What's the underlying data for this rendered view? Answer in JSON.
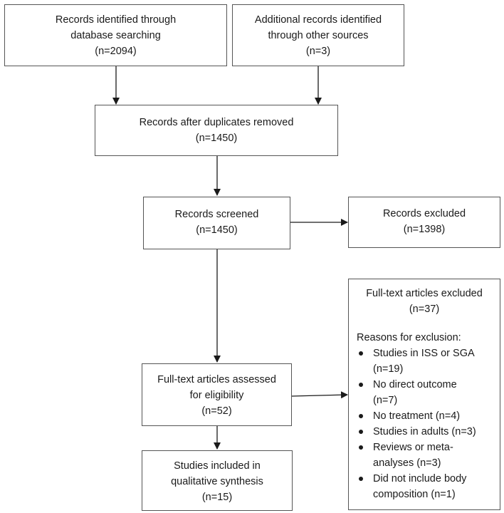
{
  "boxes": {
    "db_search": {
      "lines": [
        "Records identified through",
        "database searching",
        "(n=2094)"
      ]
    },
    "other_sources": {
      "lines": [
        "Additional records identified",
        "through other sources",
        "(n=3)"
      ]
    },
    "dedup": {
      "lines": [
        "Records after duplicates removed",
        "(n=1450)"
      ]
    },
    "screened": {
      "lines": [
        "Records screened",
        "(n=1450)"
      ]
    },
    "excluded": {
      "lines": [
        "Records excluded",
        "(n=1398)"
      ]
    },
    "assessed": {
      "lines": [
        "Full-text articles assessed",
        "for eligibility",
        "(n=52)"
      ]
    },
    "included": {
      "lines": [
        "Studies included in",
        "qualitative synthesis",
        "(n=15)"
      ]
    }
  },
  "fulltext_excluded": {
    "title": "Full-text articles excluded",
    "count": "(n=37)",
    "reasons_label": "Reasons for exclusion:",
    "reasons": [
      {
        "lines": [
          "Studies in ISS or SGA",
          "(n=19)"
        ]
      },
      {
        "lines": [
          "No direct outcome",
          "(n=7)"
        ]
      },
      {
        "lines": [
          "No treatment (n=4)"
        ]
      },
      {
        "lines": [
          "Studies in adults (n=3)"
        ]
      },
      {
        "lines": [
          "Reviews or meta-",
          "analyses (n=3)"
        ]
      },
      {
        "lines": [
          "Did not include body",
          "composition (n=1)"
        ]
      }
    ]
  },
  "colors": {
    "border": "#555555",
    "arrow": "#1a1a1a",
    "text": "#1a1a1a"
  }
}
